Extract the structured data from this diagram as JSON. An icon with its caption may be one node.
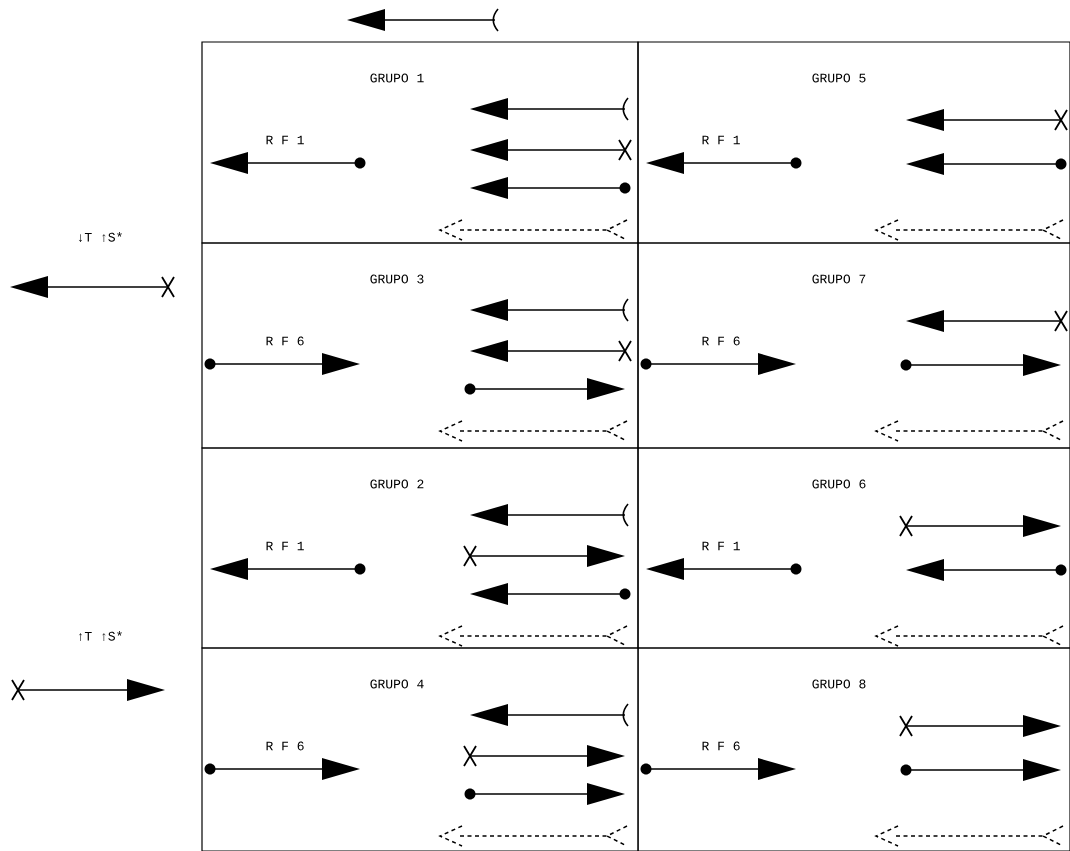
{
  "diagram": {
    "nodes": [
      {
        "text": [
          "GRUPO 1",
          "R F 1"
        ]
      },
      {
        "text": [
          "GRUPO 5",
          "R F 1"
        ]
      },
      {
        "text": [
          "GRUPO 3",
          "R F 6"
        ]
      },
      {
        "text": [
          "GRUPO 7",
          "R F 6"
        ]
      },
      {
        "text": [
          "GRUPO 2",
          "R F 1"
        ]
      },
      {
        "text": [
          "GRUPO 6",
          "R F 1"
        ]
      },
      {
        "text": [
          "GRUPO 4",
          "R F 6"
        ]
      },
      {
        "text": [
          "GRUPO 8",
          "R F 6"
        ]
      }
    ],
    "labels": [
      "↓T ↑S*",
      "↑T ↑S*"
    ]
  }
}
